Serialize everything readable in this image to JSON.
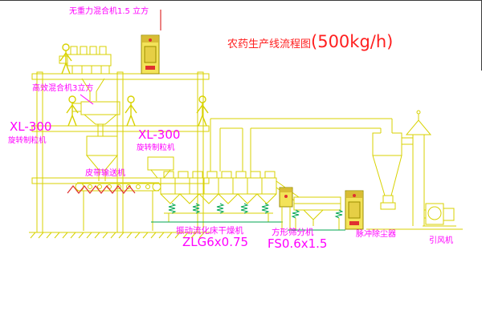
{
  "title": {
    "name": "农药生产线流程图",
    "capacity": "(500kg/h)"
  },
  "labels": {
    "gravity_mixer": "无重力混合机1.5 立方",
    "high_eff_mixer": "高效混合机3立方",
    "granulator_left_model": "XL-300",
    "granulator_left_name": "旋转制粒机",
    "granulator_mid_model": "XL-300",
    "granulator_mid_name": "旋转制粒机",
    "belt_conveyor": "皮带输送机",
    "dryer_name": "振动流化床干燥机",
    "dryer_model": "ZLG6x0.75",
    "sieve_name": "方形筛分机",
    "sieve_model": "FS0.6x1.5",
    "dust_collector": "脉冲除尘器",
    "induced_fan": "引风机"
  },
  "colors": {
    "cad_line_yellow": "#d8d200",
    "label_magenta": "#ff00ff",
    "title_red": "#ff1f1f",
    "ground_green": "#00a651",
    "hatch_red": "#e03030"
  }
}
